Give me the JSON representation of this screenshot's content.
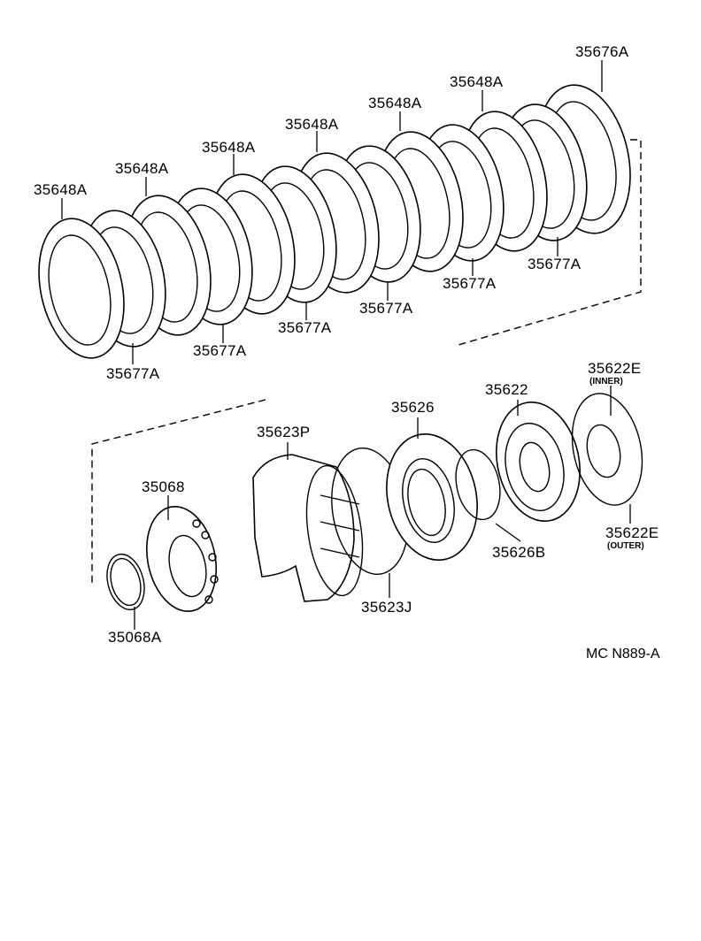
{
  "diagram": {
    "labels": {
      "l0": "35676A",
      "l1": "35648A",
      "l2": "35648A",
      "l3": "35648A",
      "l4": "35648A",
      "l5": "35648A",
      "l6": "35648A",
      "l7": "35677A",
      "l8": "35677A",
      "l9": "35677A",
      "l10": "35677A",
      "l11": "35677A",
      "l12": "35677A",
      "l13": "35622E",
      "l14": "35622",
      "l15": "35626",
      "l16": "35623P",
      "l17": "35068",
      "l18": "35626B",
      "l19": "35622E",
      "l20": "35623J",
      "l21": "35068A"
    },
    "sublabels": {
      "inner": "(INNER)",
      "outer": "(OUTER)"
    },
    "drawing_code": "MC N889-A"
  }
}
